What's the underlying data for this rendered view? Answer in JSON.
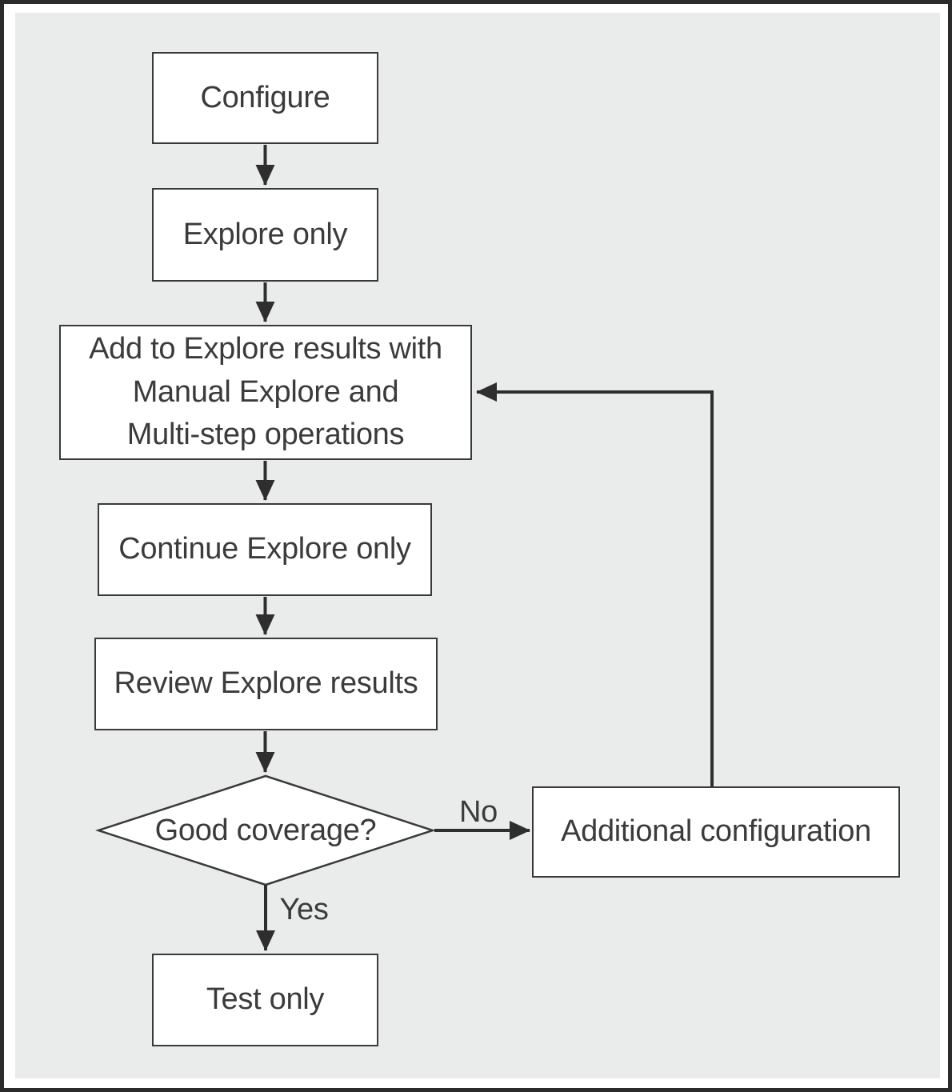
{
  "flowchart": {
    "nodes": {
      "configure": {
        "shape": "rect",
        "label": "Configure"
      },
      "explore_only": {
        "shape": "rect",
        "label": "Explore only"
      },
      "add_to_explore": {
        "shape": "rect",
        "label": "Add to Explore results with Manual Explore and Multi-step operations",
        "lines": [
          "Add to Explore results with",
          "Manual Explore and",
          "Multi-step operations"
        ]
      },
      "continue_explore": {
        "shape": "rect",
        "label": "Continue Explore only"
      },
      "review_results": {
        "shape": "rect",
        "label": "Review Explore results"
      },
      "good_coverage": {
        "shape": "diamond",
        "label": "Good coverage?"
      },
      "additional_config": {
        "shape": "rect",
        "label": "Additional configuration"
      },
      "test_only": {
        "shape": "rect",
        "label": "Test only"
      }
    },
    "edges": [
      {
        "from": "configure",
        "to": "explore_only",
        "label": ""
      },
      {
        "from": "explore_only",
        "to": "add_to_explore",
        "label": ""
      },
      {
        "from": "add_to_explore",
        "to": "continue_explore",
        "label": ""
      },
      {
        "from": "continue_explore",
        "to": "review_results",
        "label": ""
      },
      {
        "from": "review_results",
        "to": "good_coverage",
        "label": ""
      },
      {
        "from": "good_coverage",
        "to": "additional_config",
        "label": "No"
      },
      {
        "from": "good_coverage",
        "to": "test_only",
        "label": "Yes"
      },
      {
        "from": "additional_config",
        "to": "add_to_explore",
        "label": ""
      }
    ],
    "edge_labels": {
      "no": "No",
      "yes": "Yes"
    },
    "colors": {
      "canvas": "#eaebeb",
      "frame_border": "#2b2b2b",
      "node_fill": "#ffffff",
      "node_border": "#3a3a3a",
      "arrow": "#2e2e2e",
      "text": "#3b3b3b"
    }
  }
}
